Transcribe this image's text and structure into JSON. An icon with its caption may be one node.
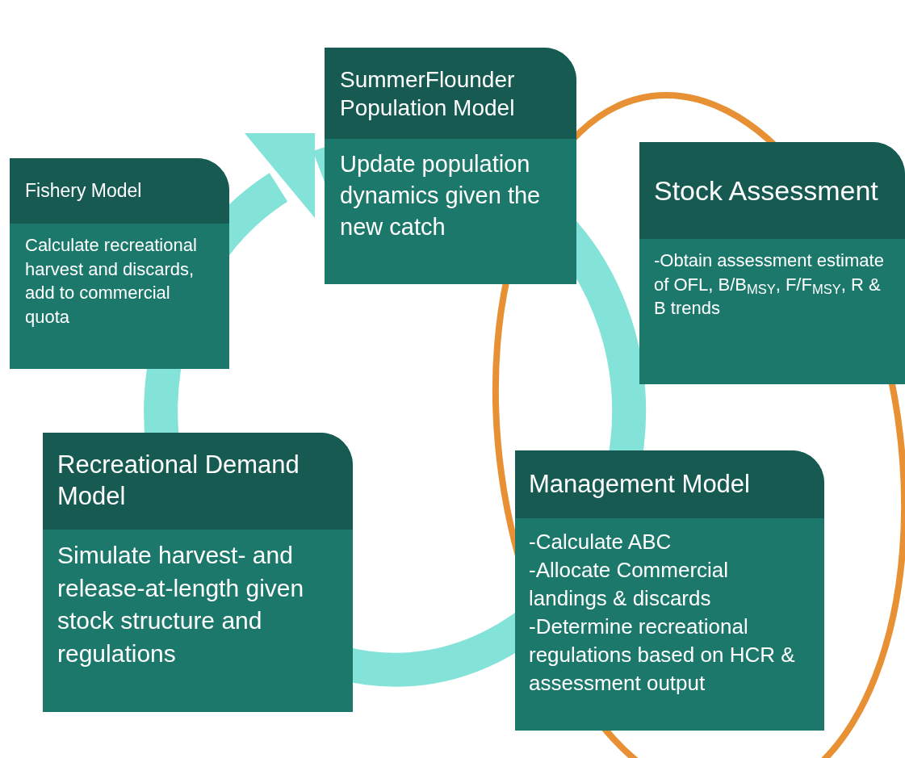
{
  "diagram": {
    "nodes": [
      {
        "text": [
          "SummerFlounder Population Model",
          "Update population dynamics given the new catch"
        ]
      },
      {
        "text": [
          "Fishery Model",
          "Calculate recreational harvest and discards, add to commercial quota"
        ]
      },
      {
        "text": [
          "Stock Assessment",
          "-Obtain assessment estimate of OFL, B/B$_{MSY}$, F/F$_{MSY}$, R & B trends"
        ]
      },
      {
        "text": [
          "Recreational Demand Model",
          "Simulate harvest- and release-at-length given stock structure and regulations"
        ]
      },
      {
        "text": [
          "Management Model",
          "-Calculate ABC",
          "-Allocate Commercial landings & discards",
          "-Determine recreational regulations based on HCR & assessment output"
        ]
      }
    ]
  }
}
